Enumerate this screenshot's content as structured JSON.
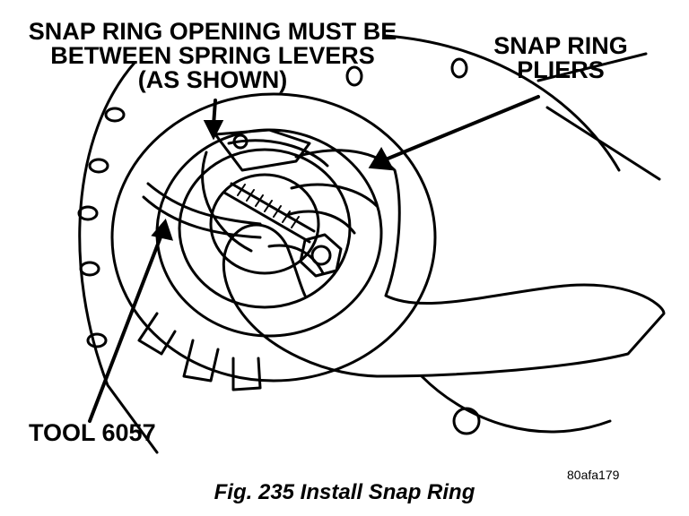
{
  "callouts": {
    "snap_ring_opening": [
      "SNAP RING OPENING MUST BE",
      "BETWEEN SPRING LEVERS",
      "(AS SHOWN)"
    ],
    "snap_ring_pliers": [
      "SNAP RING",
      "PLIERS"
    ],
    "tool": "TOOL 6057"
  },
  "figure_id": "80afa179",
  "caption": "Fig. 235 Install Snap Ring"
}
